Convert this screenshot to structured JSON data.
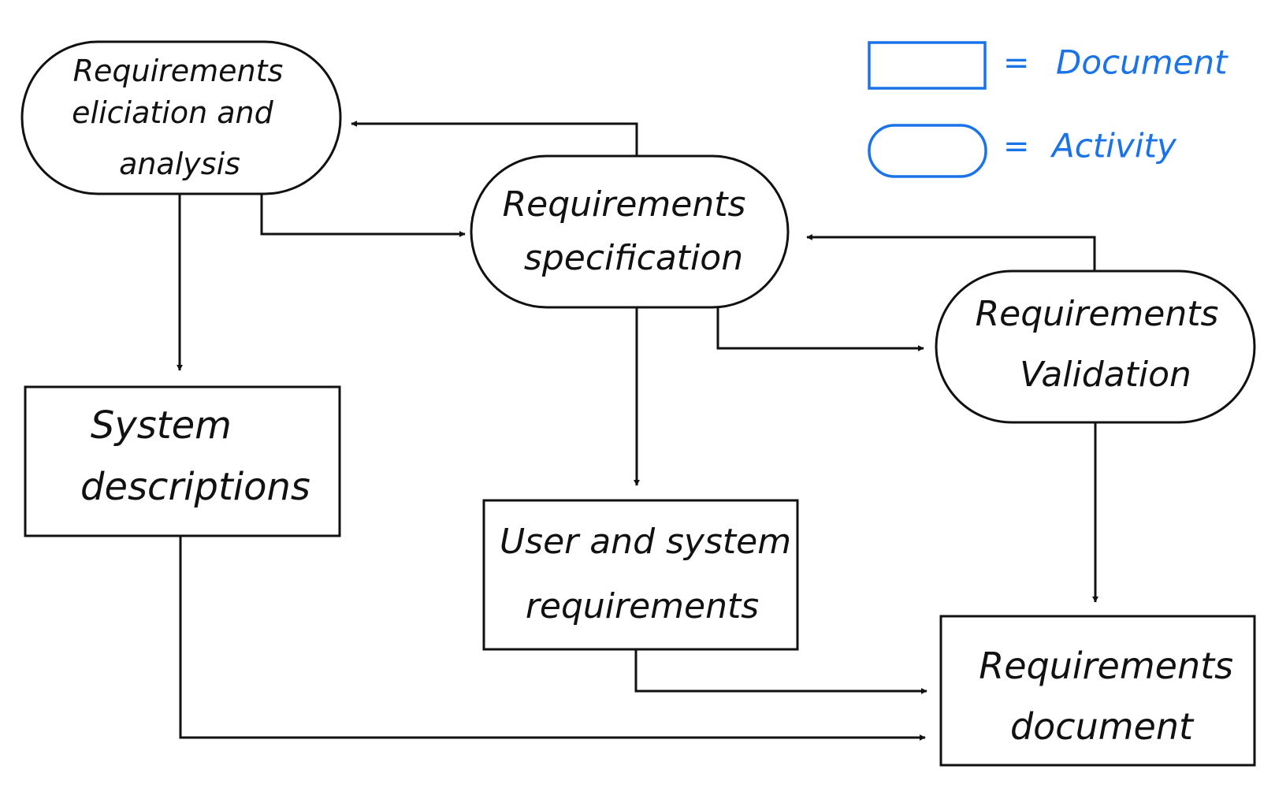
{
  "nodes": {
    "elicitation": {
      "kind": "activity",
      "lines": [
        "Requirements",
        "eliciation   and",
        "analysis"
      ]
    },
    "specification": {
      "kind": "activity",
      "lines": [
        "Requirements",
        "specification"
      ]
    },
    "validation": {
      "kind": "activity",
      "lines": [
        "Requirements",
        "Validation"
      ]
    },
    "system_descriptions": {
      "kind": "document",
      "lines": [
        "System",
        "descriptions"
      ]
    },
    "user_system_requirements": {
      "kind": "document",
      "lines": [
        "User and system",
        "requirements"
      ]
    },
    "requirements_document": {
      "kind": "document",
      "lines": [
        "Requirements",
        "document"
      ]
    }
  },
  "legend": {
    "document": {
      "symbol": "=",
      "label": "Document"
    },
    "activity": {
      "symbol": "=",
      "label": "Activity"
    },
    "color": "#1a73e8"
  },
  "edges": [
    {
      "from": "specification",
      "to": "elicitation"
    },
    {
      "from": "elicitation",
      "to": "specification"
    },
    {
      "from": "elicitation",
      "to": "system_descriptions"
    },
    {
      "from": "specification",
      "to": "user_system_requirements"
    },
    {
      "from": "specification",
      "to": "validation"
    },
    {
      "from": "validation",
      "to": "specification"
    },
    {
      "from": "validation",
      "to": "requirements_document"
    },
    {
      "from": "user_system_requirements",
      "to": "requirements_document"
    },
    {
      "from": "system_descriptions",
      "to": "requirements_document"
    }
  ],
  "colors": {
    "ink": "#111111",
    "legend": "#1a73e8"
  }
}
